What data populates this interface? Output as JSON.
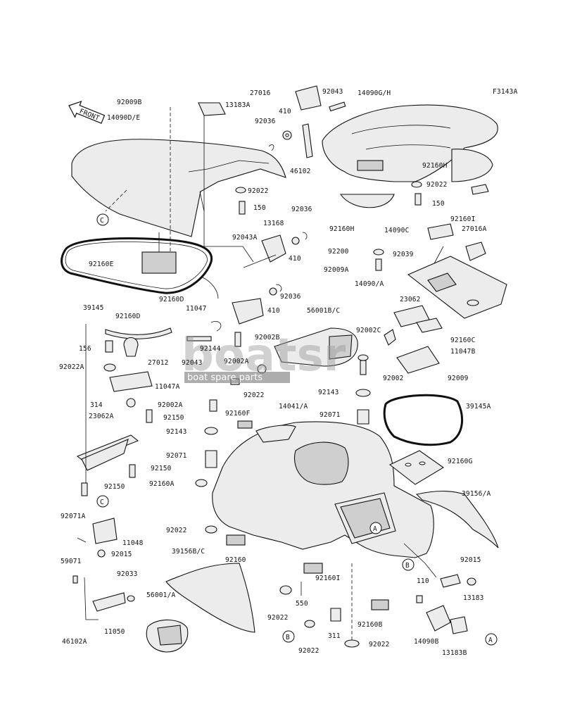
{
  "figure_code": "F3143A",
  "front_arrow": "FRONT",
  "watermark": {
    "brand": "boatsr",
    "tagline": "boat spare parts"
  },
  "circle_markers": {
    "A": "A",
    "B": "B",
    "C": "C"
  },
  "labels": {
    "p92009B": "92009B",
    "p13183A": "13183A",
    "p27016": "27016",
    "p92043_top": "92043",
    "p14090GH": "14090G/H",
    "p14090DE": "14090D/E",
    "p410_a": "410",
    "p92036_a": "92036",
    "p46102": "46102",
    "p92160H_a": "92160H",
    "p92022_a": "92022",
    "p92022_b": "92022",
    "p150_a": "150",
    "p150_b": "150",
    "p92160I_a": "92160I",
    "p13168": "13168",
    "p92036_b": "92036",
    "p92043A": "92043A",
    "p92160H_b": "92160H",
    "p14090C": "14090C",
    "p27016A": "27016A",
    "p410_b": "410",
    "p92200": "92200",
    "p92039": "92039",
    "p92160E": "92160E",
    "p92009A": "92009A",
    "p14090A": "14090/A",
    "p92036_c": "92036",
    "p92160D_a": "92160D",
    "p410_c": "410",
    "p11047": "11047",
    "p56001BC": "56001B/C",
    "p23062": "23062",
    "p39145": "39145",
    "p92160D_b": "92160D",
    "p92002C": "92002C",
    "p92002B": "92002B",
    "p92144": "92144",
    "p92160C": "92160C",
    "p156": "156",
    "p27012": "27012",
    "p92043_mid": "92043",
    "p92002A_a": "92002A",
    "p11047B": "11047B",
    "p92022A": "92022A",
    "p11047A": "11047A",
    "p92022_c": "92022",
    "p92002": "92002",
    "p92009": "92009",
    "p92143_a": "92143",
    "p314": "314",
    "p92002A_b": "92002A",
    "p92071_a": "92071",
    "p39145A": "39145A",
    "p23062A": "23062A",
    "p92150_a": "92150",
    "p14041A": "14041/A",
    "p92160F": "92160F",
    "p92143_b": "92143",
    "p92071_b": "92071",
    "p92160G": "92160G",
    "p92150_b": "92150",
    "p92160A": "92160A",
    "p92150_c": "92150",
    "p39156A": "39156/A",
    "p92071A": "92071A",
    "p92022_d": "92022",
    "p11048": "11048",
    "p92015_a": "92015",
    "p92160": "92160",
    "p92015_b": "92015",
    "p59071": "59071",
    "p39156BC": "39156B/C",
    "p92033": "92033",
    "p110": "110",
    "p13183": "13183",
    "p56001A": "56001/A",
    "p550": "550",
    "p92160I_b": "92160I",
    "p92022_e": "92022",
    "p311": "311",
    "p92160B": "92160B",
    "p11050": "11050",
    "p14090B": "14090B",
    "p46102A": "46102A",
    "p92022_f": "92022",
    "p92022_g": "92022",
    "p13183B": "13183B"
  }
}
